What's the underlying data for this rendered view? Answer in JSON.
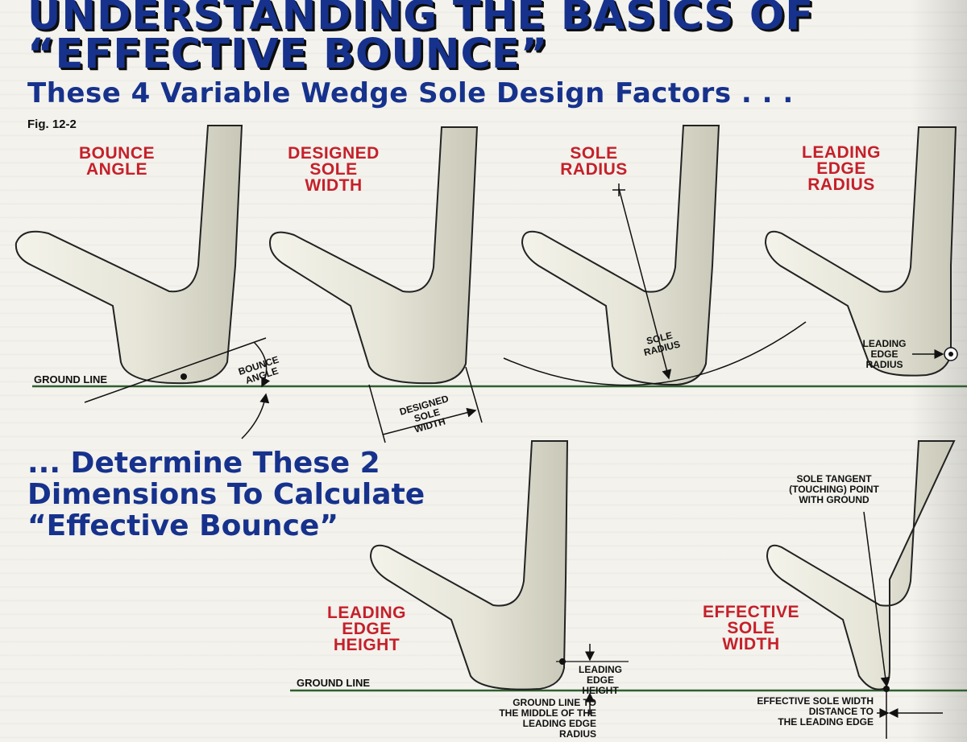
{
  "header": {
    "title_line1": "UNDERSTANDING THE BASICS OF",
    "title_line2": "“EFFECTIVE BOUNCE”",
    "subtitle": "These 4 Variable Wedge Sole Design Factors . . .",
    "figure_label": "Fig. 12-2"
  },
  "top_row": {
    "bounce_angle": {
      "title": [
        "BOUNCE",
        "ANGLE"
      ],
      "callout": [
        "BOUNCE",
        "ANGLE"
      ]
    },
    "designed_sole_width": {
      "title": [
        "DESIGNED",
        "SOLE",
        "WIDTH"
      ],
      "callout": [
        "DESIGNED",
        "SOLE",
        "WIDTH"
      ]
    },
    "sole_radius": {
      "title": [
        "SOLE",
        "RADIUS"
      ],
      "callout": [
        "SOLE",
        "RADIUS"
      ]
    },
    "leading_edge_radius": {
      "title": [
        "LEADING",
        "EDGE",
        "RADIUS"
      ],
      "callout": [
        "LEADING",
        "EDGE",
        "RADIUS"
      ]
    },
    "ground_line": "GROUND LINE"
  },
  "bottom_section": {
    "heading": [
      "... Determine These 2",
      "Dimensions To Calculate",
      "“Effective Bounce”"
    ],
    "leading_edge_height": {
      "title": [
        "LEADING",
        "EDGE",
        "HEIGHT"
      ],
      "callout": [
        "LEADING EDGE",
        "HEIGHT"
      ],
      "ground_note": [
        "GROUND LINE TO",
        "THE MIDDLE OF THE",
        "LEADING EDGE RADIUS"
      ]
    },
    "effective_sole_width": {
      "title": [
        "EFFECTIVE",
        "SOLE",
        "WIDTH"
      ],
      "tangent_note": [
        "SOLE TANGENT",
        "(TOUCHING) POINT",
        "WITH GROUND"
      ],
      "distance_note": [
        "EFFECTIVE SOLE WIDTH",
        "DISTANCE TO",
        "THE LEADING EDGE"
      ]
    },
    "ground_line": "GROUND LINE"
  },
  "colors": {
    "title_blue": "#16328c",
    "label_red": "#c5202a",
    "ground_green": "#2f5f2f",
    "club_fill": "#e7e6d9"
  }
}
